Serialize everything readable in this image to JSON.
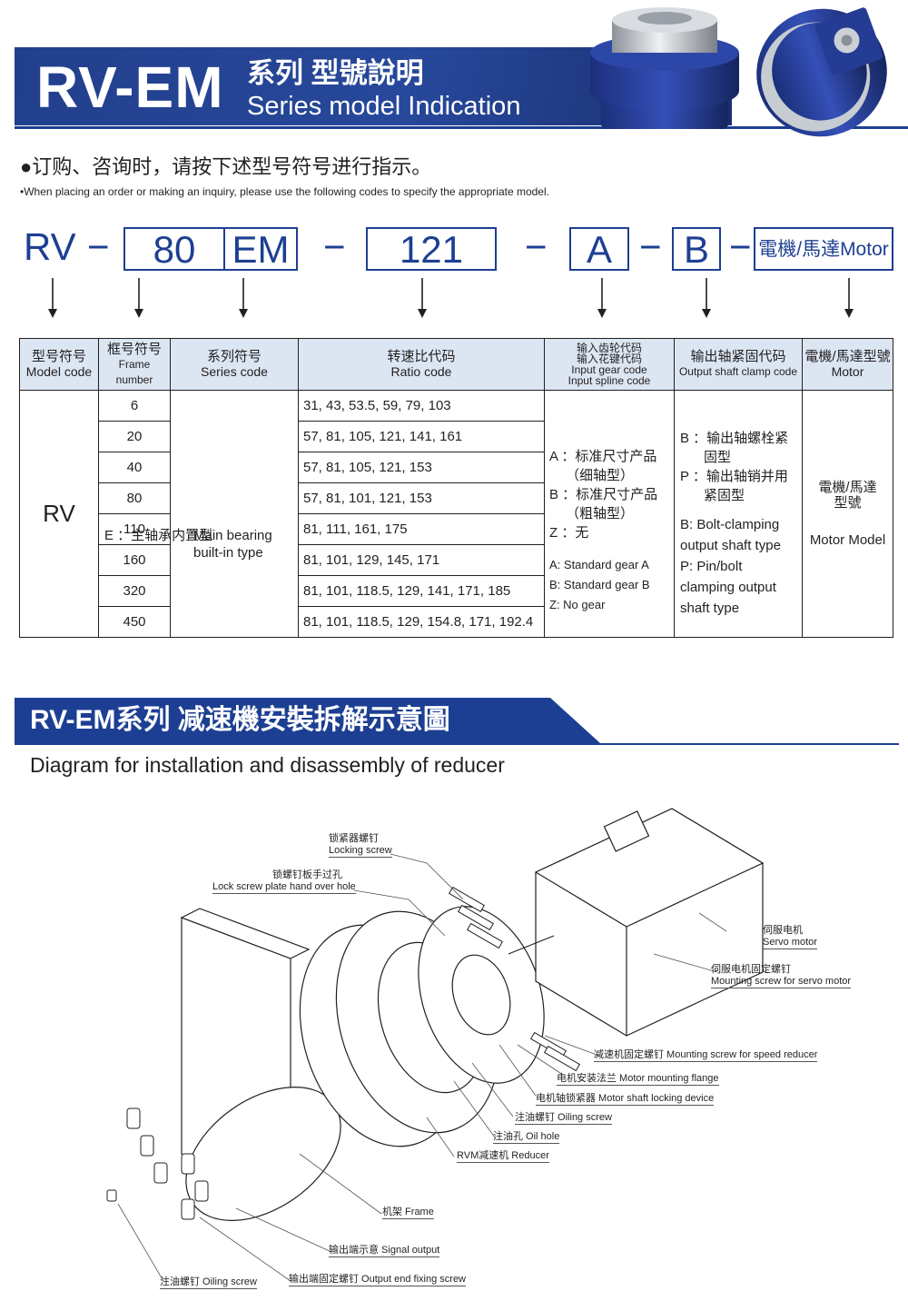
{
  "header": {
    "title": "RV-EM",
    "title_zh": "系列 型號說明",
    "title_en": "Series model Indication"
  },
  "notes": {
    "zh": "●订购、咨询时，请按下述型号符号进行指示。",
    "en": "•When placing an order or making an inquiry, please use the following codes to specify the appropriate model."
  },
  "code_row": {
    "prefix": "RV",
    "frame": "80",
    "series": "EM",
    "ratio": "121",
    "gear": "A",
    "clamp": "B",
    "motor": "電機/馬達Motor",
    "dash": "−"
  },
  "table": {
    "headers": [
      {
        "zh": "型号符号",
        "en": "Model code"
      },
      {
        "zh": "框号符号",
        "en": "Frame number"
      },
      {
        "zh": "系列符号",
        "en": "Series code"
      },
      {
        "zh": "转速比代码",
        "en": "Ratio code"
      },
      {
        "zh": "输入齿轮代码",
        "zh2": "输入花键代码",
        "en": "Input gear code",
        "en2": "Input spline code"
      },
      {
        "zh": "输出轴紧固代码",
        "en": "Output shaft clamp code"
      },
      {
        "zh": "電機/馬達型號",
        "en": "Motor"
      }
    ],
    "model": "RV",
    "frames": [
      "6",
      "20",
      "40",
      "80",
      "110",
      "160",
      "320",
      "450"
    ],
    "ratios": [
      "31, 43, 53.5, 59, 79, 103",
      "57, 81, 105, 121, 141, 161",
      "57, 81, 105, 121, 153",
      "57, 81, 101, 121, 153",
      "81, 111, 161, 175",
      "81, 101, 129, 145, 171",
      "81, 101, 118.5, 129, 141, 171, 185",
      "81, 101, 118.5, 129, 154.8, 171, 192.4"
    ],
    "series": {
      "zh": "E ：主轴承内置型",
      "en1": "Main bearing",
      "en2": "built-in type"
    },
    "gear": {
      "a1": "A ：标准尺寸产品",
      "a2": "（细轴型）",
      "b1": "B ：标准尺寸产品",
      "b2": "（粗轴型）",
      "z": "Z ：无",
      "en_a": "A: Standard gear A",
      "en_b": "B: Standard gear B",
      "en_z": "Z: No gear"
    },
    "clamp": {
      "b1": "B ：输出轴螺栓紧",
      "b2": "固型",
      "p1": "P ：输出轴销并用",
      "p2": "紧固型",
      "en1": "B: Bolt-clamping",
      "en2": "output shaft type",
      "en3": "P: Pin/bolt",
      "en4": "clamping output",
      "en5": "shaft type"
    },
    "motor": {
      "zh1": "電機/馬達",
      "zh2": "型號",
      "en": "Motor Model"
    }
  },
  "section2": {
    "title": "RV-EM系列 减速機安裝拆解示意圖",
    "subtitle": "Diagram for installation and disassembly of reducer"
  },
  "diagram_labels": {
    "locking_screw_zh": "锁紧器螺钉",
    "locking_screw_en": "Locking screw",
    "hand_hole_zh": "锁螺钉板手过孔",
    "hand_hole_en": "Lock screw plate hand over hole",
    "servo_zh": "伺服电机",
    "servo_en": "Servo motor",
    "servo_mount_zh": "伺服电机固定螺钉",
    "servo_mount_en": "Mounting screw for servo motor",
    "reducer_screw": "减速机固定螺钉 Mounting screw for speed reducer",
    "motor_flange": "电机安装法兰 Motor mounting flange",
    "shaft_lock": "电机轴锁紧器 Motor shaft locking device",
    "oiling_screw": "注油螺钉 Oiling screw",
    "oil_hole": "注油孔 Oil hole",
    "reducer": "RVM减速机 Reducer",
    "frame": "机架 Frame",
    "signal": "输出端示意 Signal output",
    "output_screw": "输出端固定螺钉 Output end fixing screw",
    "oiling_screw_bottom": "注油螺钉 Oiling screw"
  }
}
